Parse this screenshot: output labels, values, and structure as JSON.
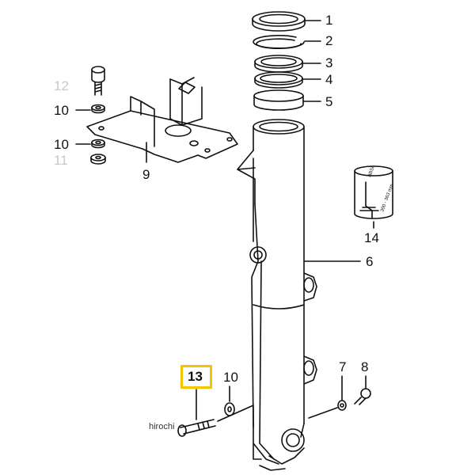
{
  "callouts": {
    "c1": "1",
    "c2": "2",
    "c3": "3",
    "c4": "4",
    "c5": "5",
    "c6": "6",
    "c7": "7",
    "c8": "8",
    "c9": "9",
    "c10a": "10",
    "c10b": "10",
    "c10c": "10",
    "c11": "11",
    "c12": "12",
    "c13": "13",
    "c14": "14"
  },
  "inset_text": {
    "brand": "ABSI",
    "spec": "300 - 363 mm"
  },
  "watermark": "hirochi",
  "highlight_color": "#f5c400",
  "faded_label_color": "#c8c8c8"
}
